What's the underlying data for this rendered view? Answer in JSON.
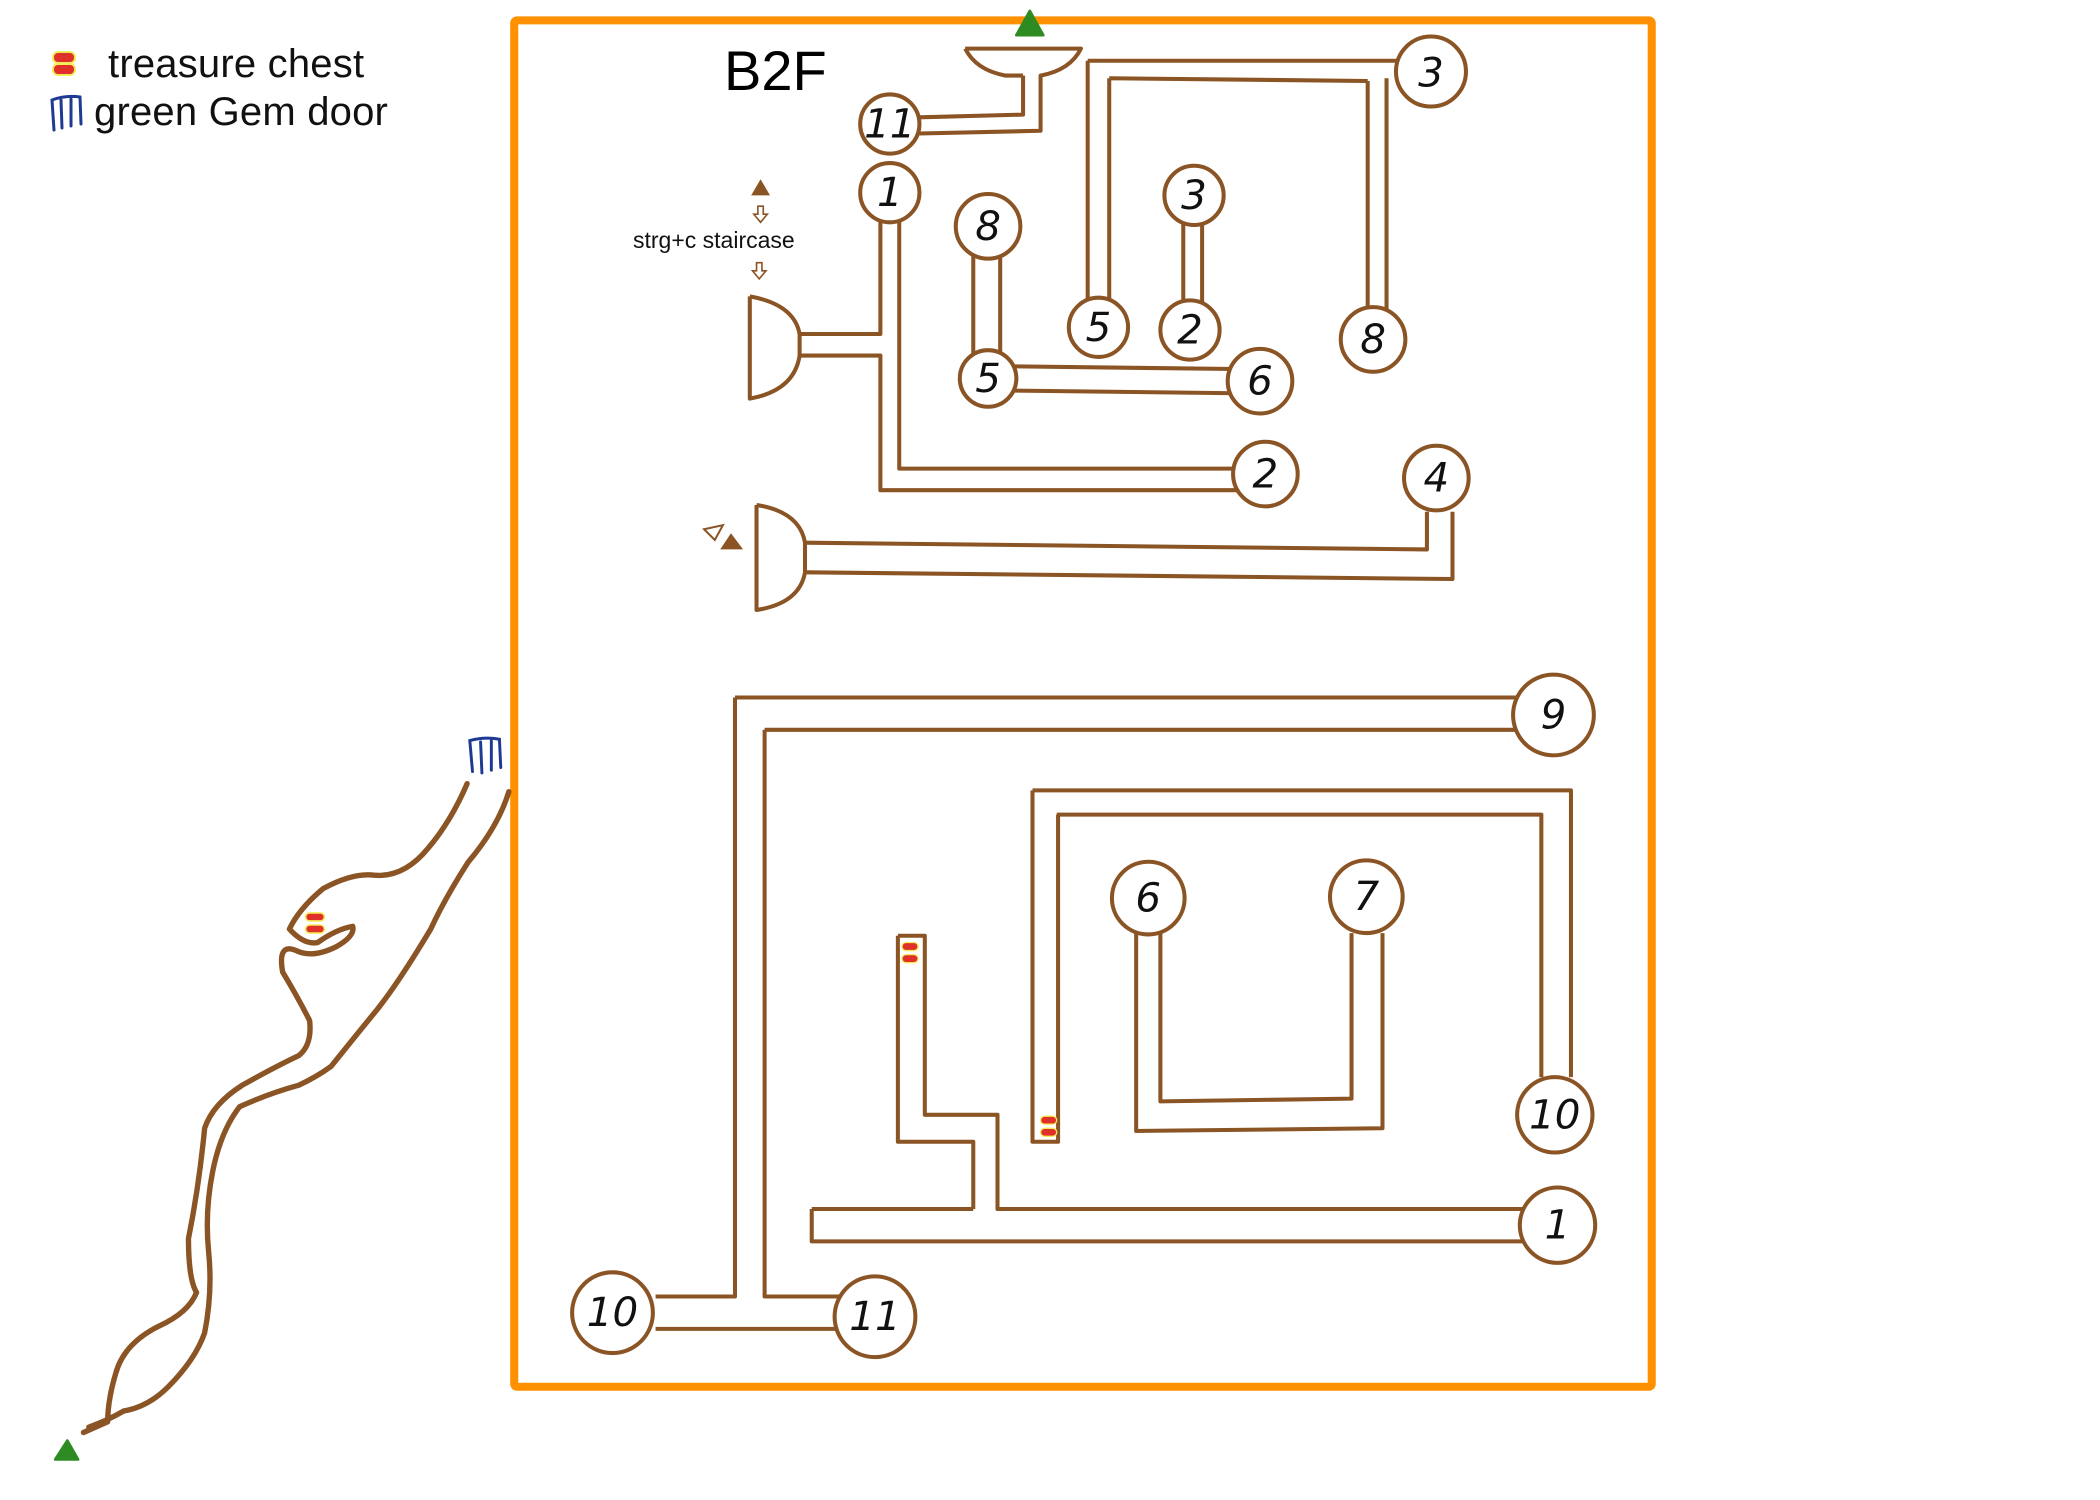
{
  "map": {
    "floor_title": "B2F",
    "staircase_label": "strg+c staircase",
    "legend": [
      {
        "icon": "treasure-chest-icon",
        "label": "treasure chest"
      },
      {
        "icon": "green-gem-door-icon",
        "label": "green Gem door"
      }
    ],
    "colors": {
      "border": "#ff9100",
      "corridor": "#8b5424",
      "chest": "#e0302a",
      "chest_halo": "#f3ec5a",
      "gem_door": "#1f3a93",
      "entrance": "#2e8b22",
      "staircase_marker": "#8b5424"
    },
    "nodes": {
      "n11_top": "11",
      "n1_top": "1",
      "n8_a": "8",
      "n3_mid": "3",
      "n5_top": "5",
      "n2_top": "2",
      "n3_corner": "3",
      "n8_right": "8",
      "n5_left": "5",
      "n6_top": "6",
      "n2_long": "2",
      "n4": "4",
      "n9": "9",
      "n6_bottom": "6",
      "n7": "7",
      "n10_right": "10",
      "n1_bottom": "1",
      "n10_left": "10",
      "n11_bottom": "11"
    }
  }
}
